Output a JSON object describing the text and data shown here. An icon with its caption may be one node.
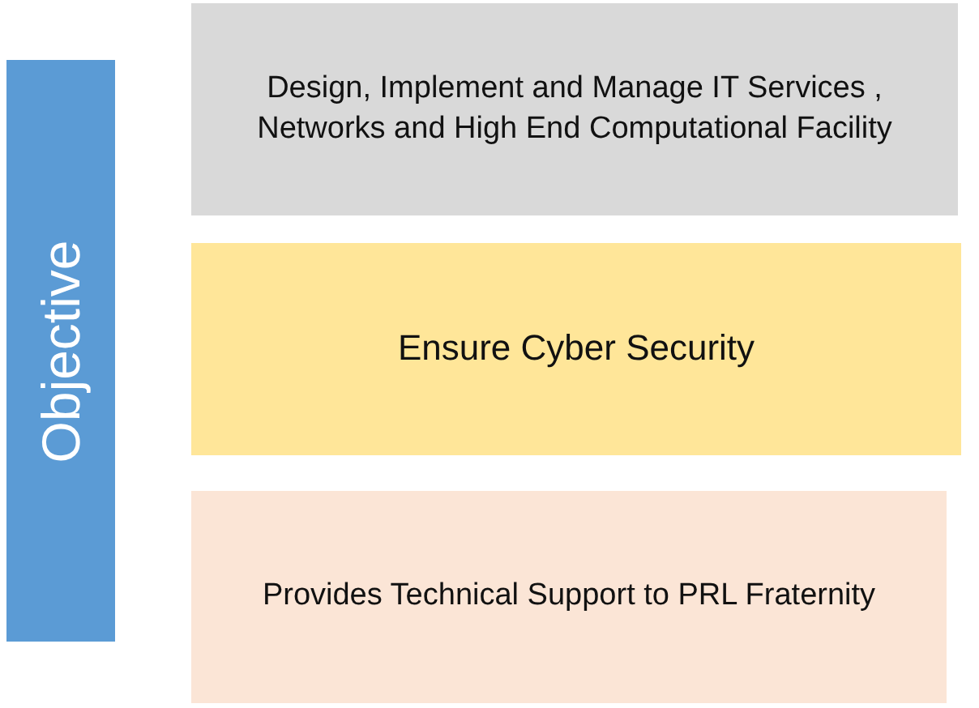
{
  "diagram": {
    "nodes": [
      {
        "text": [
          "Objective"
        ]
      },
      {
        "text": [
          "Design, Implement and Manage IT Services , Networks and High End Computational Facility"
        ]
      },
      {
        "text": [
          "Ensure Cyber Security"
        ]
      },
      {
        "text": [
          "Provides Technical Support to PRL Fraternity"
        ]
      }
    ]
  }
}
